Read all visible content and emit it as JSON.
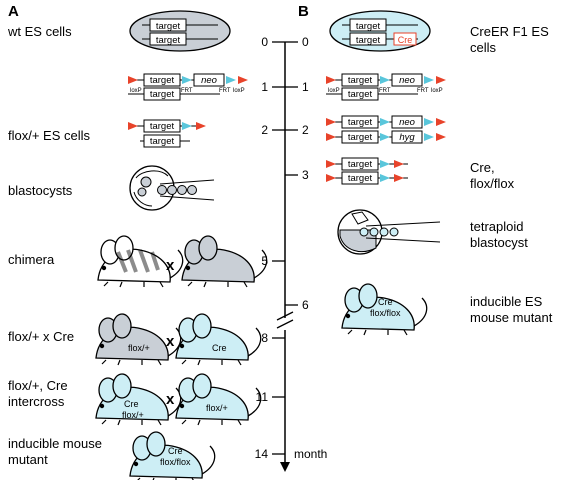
{
  "panels": {
    "a": "A",
    "b": "B"
  },
  "left_labels": {
    "wt_es": [
      "wt ES cells"
    ],
    "flox_es": [
      "flox/+ ES cells"
    ],
    "blastocysts": [
      "blastocysts"
    ],
    "chimera": [
      "chimera"
    ],
    "flox_cre": [
      "flox/+ x Cre"
    ],
    "intercross": [
      "flox/+, Cre",
      "intercross"
    ],
    "inducible": [
      "inducible mouse",
      "mutant"
    ]
  },
  "right_labels": {
    "creer": [
      "CreER F1 ES",
      "cells"
    ],
    "cre_floxflox": [
      "Cre,",
      "flox/flox"
    ],
    "tetraploid": [
      "tetraploid",
      "blastocyst"
    ],
    "inducible_es": [
      "inducible ES",
      "mouse mutant"
    ]
  },
  "timeline": {
    "unit": "month",
    "left_ticks": [
      "0",
      "1",
      "2",
      "5",
      "8",
      "11",
      "14"
    ],
    "right_ticks": [
      "0",
      "1",
      "2",
      "3",
      "6"
    ]
  },
  "construct": {
    "target": "target",
    "neo": "neo",
    "hyg": "hyg",
    "cre": "Cre",
    "loxp_left": "loxP",
    "frt_mid": "FRT",
    "frt_right": "FRT",
    "loxp_right": "loxP"
  },
  "cross_symbol": "x",
  "mouse_labels": {
    "flox_plus": "flox/+",
    "cre": "Cre",
    "cre_flox_plus_1": [
      "Cre",
      "flox/+"
    ],
    "flox_plus_2": "flox/+",
    "cre_floxflox": [
      "Cre",
      "flox/flox"
    ],
    "es_cre_floxflox": [
      "Cre",
      "flox/flox"
    ]
  },
  "colors": {
    "gray_fill": "#c9cfd6",
    "cyan_fill": "#cdeef5",
    "loxp_red": "#e8432a",
    "frt_cyan": "#59c6db",
    "cre_red": "#e8432a",
    "ink": "#000000"
  }
}
